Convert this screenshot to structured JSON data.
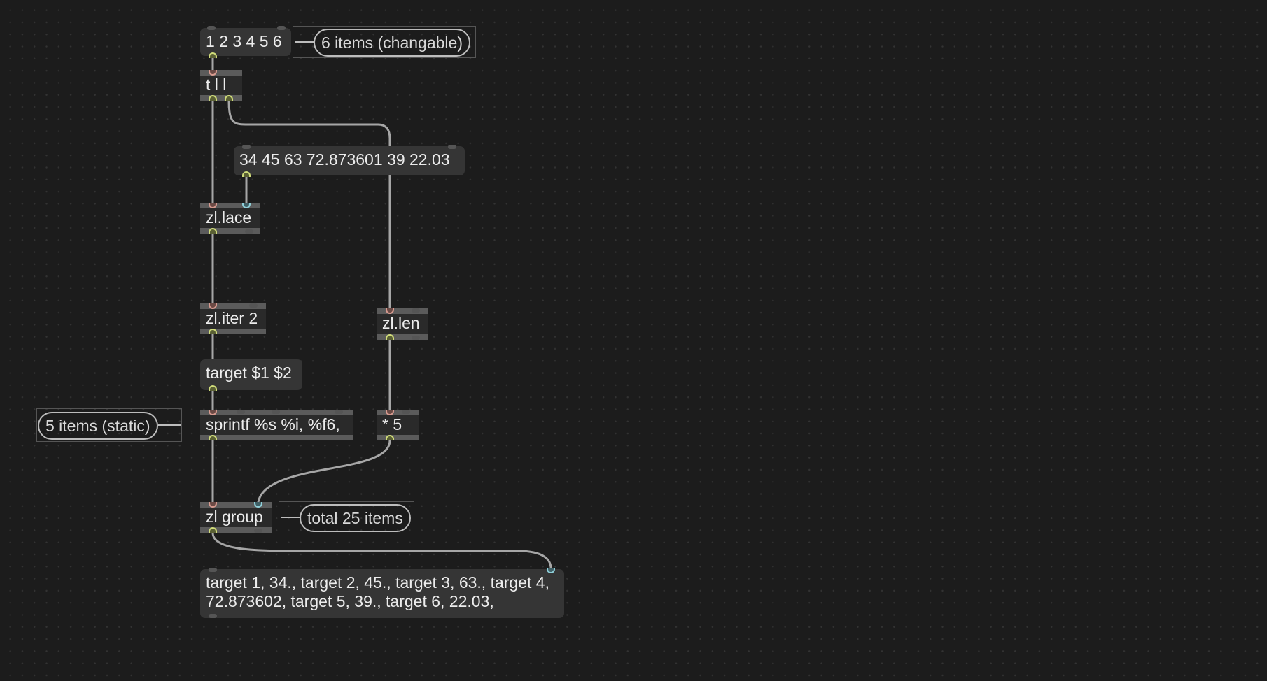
{
  "boxes": {
    "list_msg": "1 2 3 4 5 6",
    "comment_changable": "6 items (changable)",
    "trigger_obj": "t l l",
    "values_msg": "34 45 63 72.873601 39 22.03",
    "lace_obj": "zl.lace",
    "iter_obj": "zl.iter 2",
    "len_obj": "zl.len",
    "target_msg": "target $1 $2",
    "comment_static": "5 items (static)",
    "sprintf_obj": "sprintf %s %i, %f6,",
    "multiply_obj": "* 5",
    "group_obj": "zl group",
    "comment_total": "total 25 items",
    "result_msg": "target 1, 34., target 2, 45., target 3, 63., target 4, 72.873602, target 5, 39., target 6, 22.03,"
  },
  "colors": {
    "background": "#1c1c1c",
    "cord": "#a6a6a6",
    "box_text": "#ececec",
    "inlet_hot": "#d79a8f",
    "inlet_cold": "#8fd0da",
    "outlet": "#d0dc7a"
  }
}
